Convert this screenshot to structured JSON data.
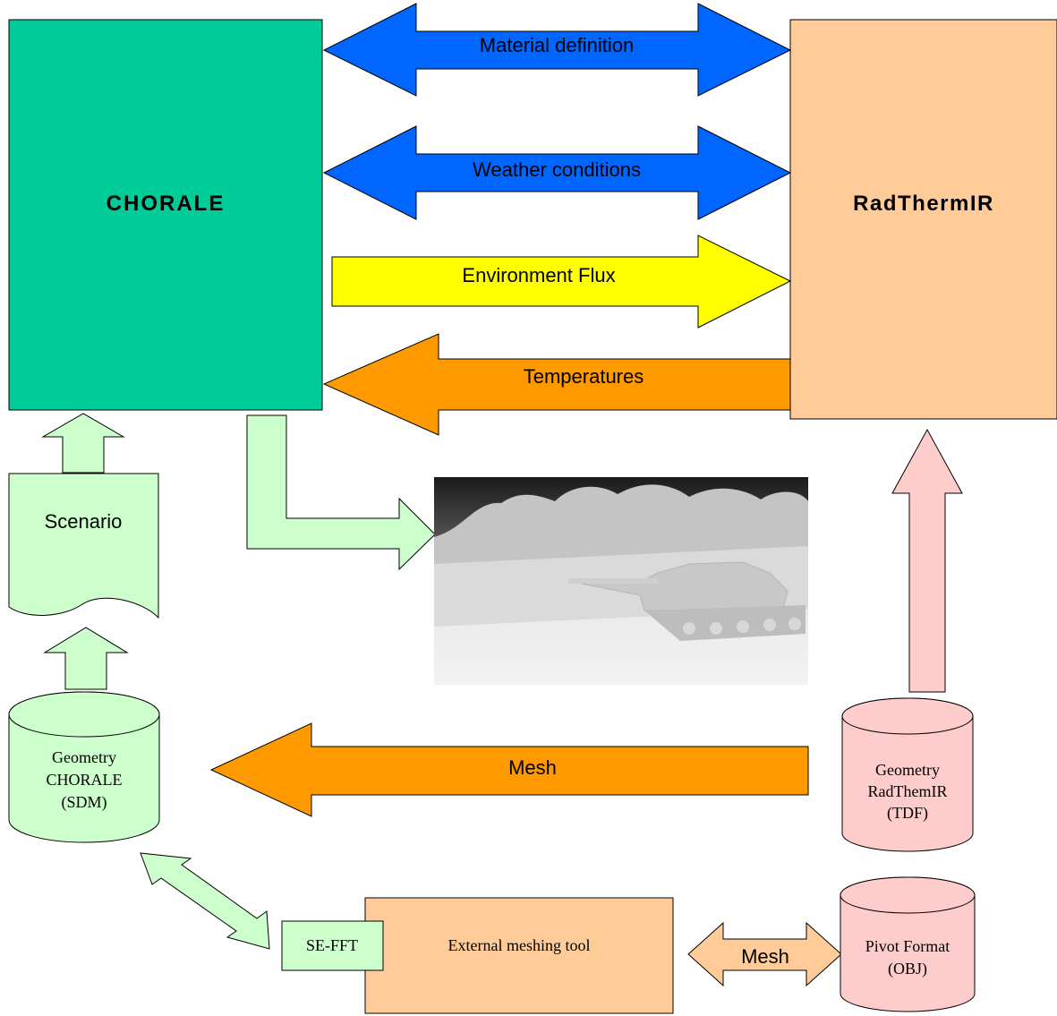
{
  "boxes": {
    "chorale": {
      "label": "CHORALE",
      "color": "#00cc99"
    },
    "radtherm": {
      "label": "RadThermIR",
      "color": "#ffcc99"
    },
    "scenario": {
      "label": "Scenario",
      "color": "#ccffcc"
    },
    "external": {
      "label": "External meshing tool",
      "color": "#ffcc99"
    },
    "sefft": {
      "label": "SE-FFT",
      "color": "#ccffcc"
    }
  },
  "databases": {
    "geo_chorale": {
      "lines": [
        "Geometry",
        "CHORALE",
        "(SDM)"
      ],
      "color": "#ccffcc"
    },
    "geo_radtherm": {
      "lines": [
        "Geometry",
        "RadThemIR",
        "(TDF)"
      ],
      "color": "#ffcccc"
    },
    "pivot": {
      "lines": [
        "Pivot Format",
        "(OBJ)"
      ],
      "color": "#ffcccc"
    }
  },
  "arrows": {
    "material": {
      "label": "Material definition",
      "color": "#0066ff"
    },
    "weather": {
      "label": "Weather conditions",
      "color": "#0066ff"
    },
    "flux": {
      "label": "Environment Flux",
      "color": "#ffff00"
    },
    "temperatures": {
      "label": "Temperatures",
      "color": "#ff9900"
    },
    "mesh_main": {
      "label": "Mesh",
      "color": "#ff9900"
    },
    "mesh_small": {
      "label": "Mesh",
      "color": "#ffcc99"
    },
    "green": {
      "color": "#ccffcc"
    },
    "pink": {
      "color": "#ffcccc"
    }
  },
  "image": {
    "name": "infrared tank scene"
  }
}
